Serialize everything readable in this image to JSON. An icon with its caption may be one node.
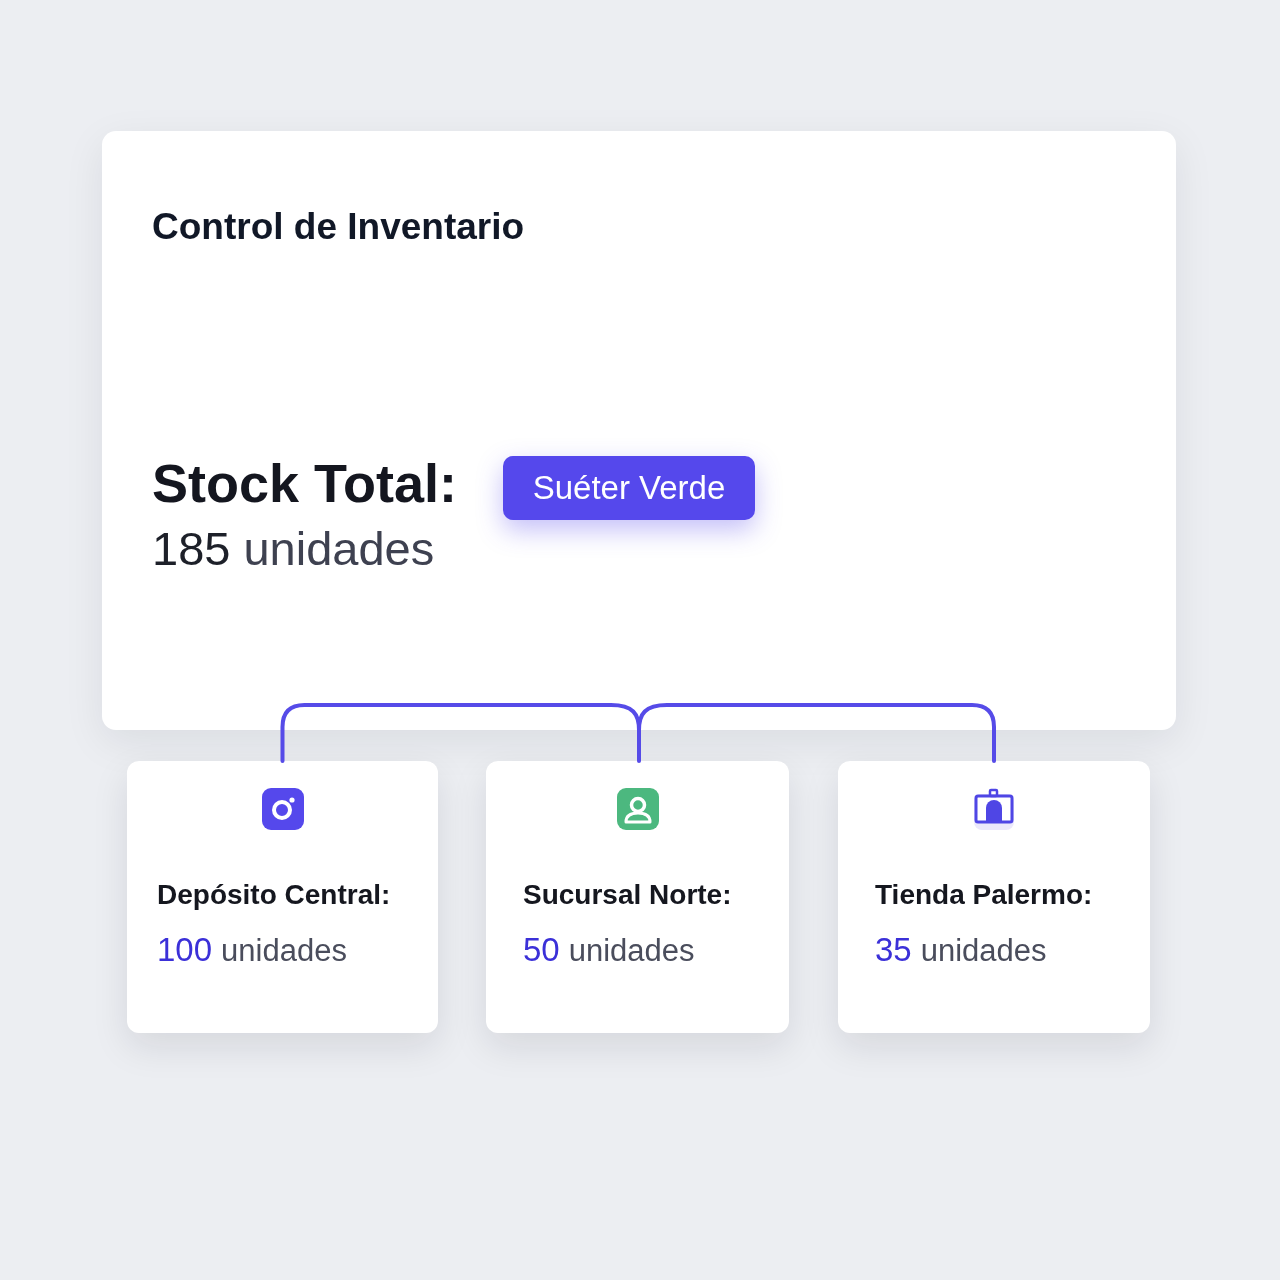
{
  "diagram": {
    "nodes": [
      {
        "text": [
          "Control de Inventario",
          "Stock Total:",
          "185",
          "unidades"
        ]
      },
      {
        "text": [
          "Suéter Verde"
        ],
        "in": 0
      },
      {
        "text": [
          "Depósito Central:",
          "100",
          "unidades"
        ]
      },
      {
        "text": [
          "Sucursal Norte:",
          "50",
          "unidades"
        ]
      },
      {
        "text": [
          "Tienda Palermo:",
          "35",
          "unidades"
        ]
      }
    ],
    "edges": [
      {
        "from": 0,
        "to": 2,
        "arrow": "none"
      },
      {
        "from": 0,
        "to": 3,
        "arrow": "none"
      },
      {
        "from": 0,
        "to": 4,
        "arrow": "none"
      }
    ]
  }
}
